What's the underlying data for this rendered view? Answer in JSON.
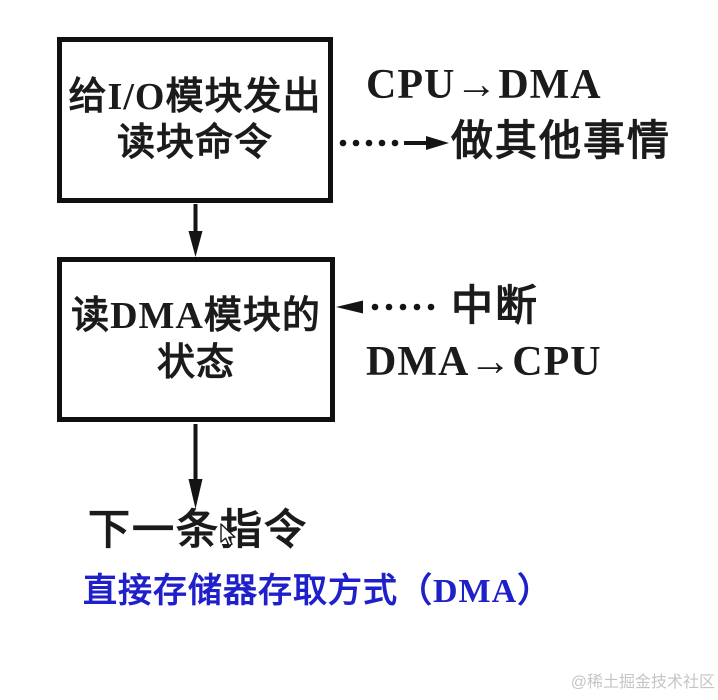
{
  "diagram": {
    "box1": {
      "line1": "给I/O模块发出",
      "line2": "读块命令"
    },
    "box2": {
      "line1": "读DMA模块的",
      "line2": "状态"
    },
    "labels": {
      "cpu_to_dma": "CPU→DMA",
      "do_other_things": "做其他事情",
      "interrupt": "中断",
      "dma_to_cpu": "DMA→CPU",
      "next_instruction": "下一条指令"
    },
    "caption": "直接存储器存取方式（DMA）",
    "colors": {
      "ink": "#1b1b1b",
      "border": "#101010",
      "caption_blue": "#2020cb",
      "watermark_gray": "#c5c5c5"
    }
  },
  "watermark": "@稀土掘金技术社区"
}
